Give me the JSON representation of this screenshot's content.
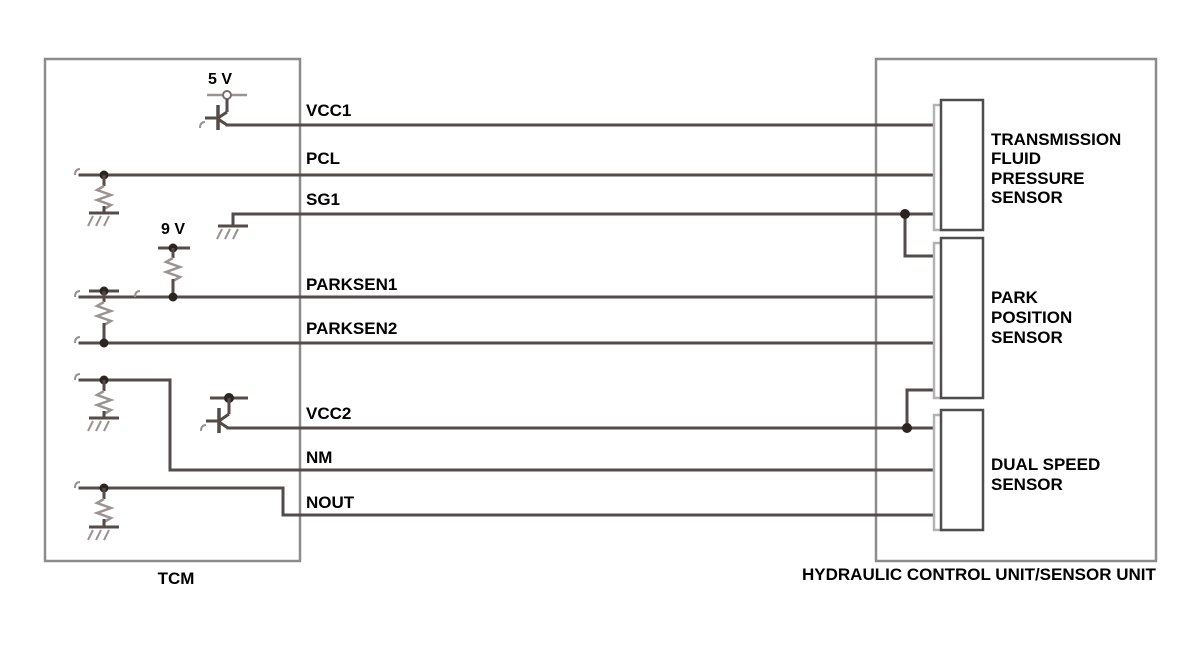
{
  "diagram": {
    "title_hidden": "",
    "units": [
      {
        "id": "tcm",
        "label": "TCM"
      },
      {
        "id": "hcu",
        "label": "HYDRAULIC CONTROL UNIT/SENSOR UNIT"
      }
    ],
    "supplies": [
      {
        "id": "supply-5v",
        "label": "5 V"
      },
      {
        "id": "supply-9v",
        "label": "9 V"
      }
    ],
    "pins": [
      {
        "id": "vcc1",
        "label": "VCC1"
      },
      {
        "id": "pcl",
        "label": "PCL"
      },
      {
        "id": "sg1",
        "label": "SG1"
      },
      {
        "id": "parksen1",
        "label": "PARKSEN1"
      },
      {
        "id": "parksen2",
        "label": "PARKSEN2"
      },
      {
        "id": "vcc2",
        "label": "VCC2"
      },
      {
        "id": "nm",
        "label": "NM"
      },
      {
        "id": "nout",
        "label": "NOUT"
      }
    ],
    "sensors": [
      {
        "id": "tfps",
        "lines": [
          "TRANSMISSION",
          "FLUID",
          "PRESSURE",
          "SENSOR"
        ]
      },
      {
        "id": "pps",
        "lines": [
          "PARK",
          "POSITION",
          "SENSOR"
        ]
      },
      {
        "id": "dss",
        "lines": [
          "DUAL SPEED",
          "SENSOR"
        ]
      }
    ],
    "colors": {
      "wire": "#554b48",
      "outline": "#8c8c8c",
      "connector_inner": "#4d4d4d",
      "connector_outer": "#b3b3b3",
      "text": "#000000",
      "ground": "#9b9391",
      "background": "#ffffff"
    }
  }
}
